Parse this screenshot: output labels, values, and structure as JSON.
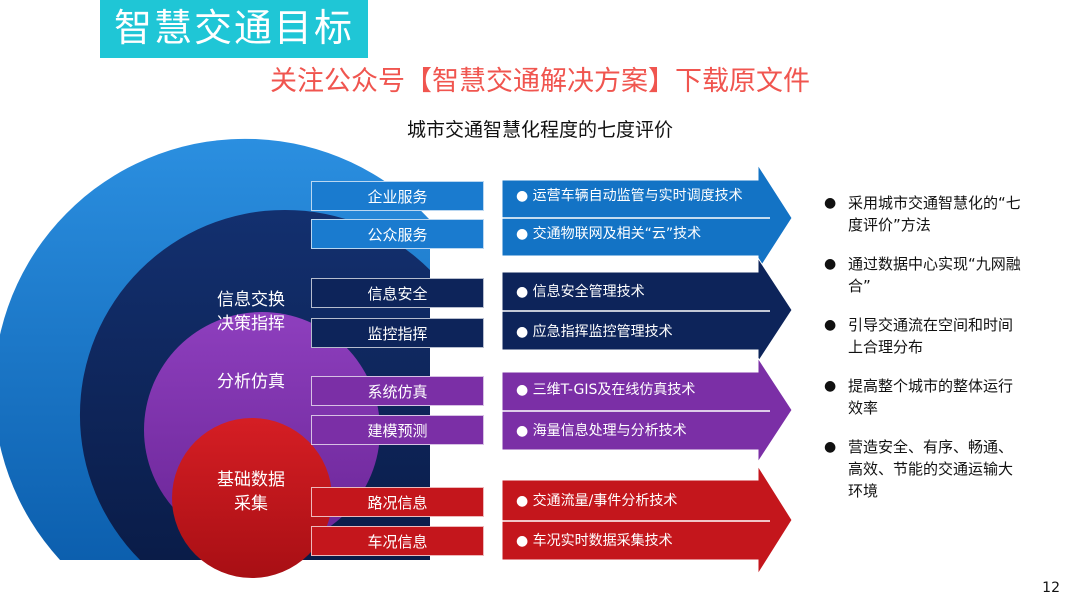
{
  "header": {
    "title": "智慧交通目标",
    "subtitle": "关注公众号【智慧交通解决方案】下载原文件"
  },
  "diagram": {
    "title": "城市交通智慧化程度的七度评价",
    "levels": [
      {
        "label": "信息交换\n决策指挥",
        "color": "#0d245a",
        "categories": [
          "信息安全",
          "监控指挥"
        ],
        "techs": [
          "● 信息安全管理技术",
          "● 应急指挥监控管理技术"
        ]
      },
      {
        "label": "分析仿真",
        "color": "#7b2fa6",
        "categories": [
          "系统仿真",
          "建模预测"
        ],
        "techs": [
          "● 三维T-GIS及在线仿真技术",
          "● 海量信息处理与分析技术"
        ]
      },
      {
        "label": "基础数据\n采集",
        "color": "#c4161c",
        "categories": [
          "路况信息",
          "车况信息"
        ],
        "techs": [
          "● 交通流量/事件分析技术",
          "● 车况实时数据采集技术"
        ]
      }
    ],
    "outer_level": {
      "color": "#1373c5",
      "categories": [
        "企业服务",
        "公众服务"
      ],
      "techs": [
        "● 运营车辆自动监管与实时调度技术",
        "● 交通物联网及相关“云”技术"
      ]
    }
  },
  "bullets": [
    "采用城市交通智慧化的“七度评价”方法",
    "通过数据中心实现“九网融合”",
    "引导交通流在空间和时间上合理分布",
    "提高整个城市的整体运行效率",
    "营造安全、有序、畅通、高效、节能的交通运输大环境"
  ],
  "bullet_symbol": "●",
  "page_number": "12"
}
